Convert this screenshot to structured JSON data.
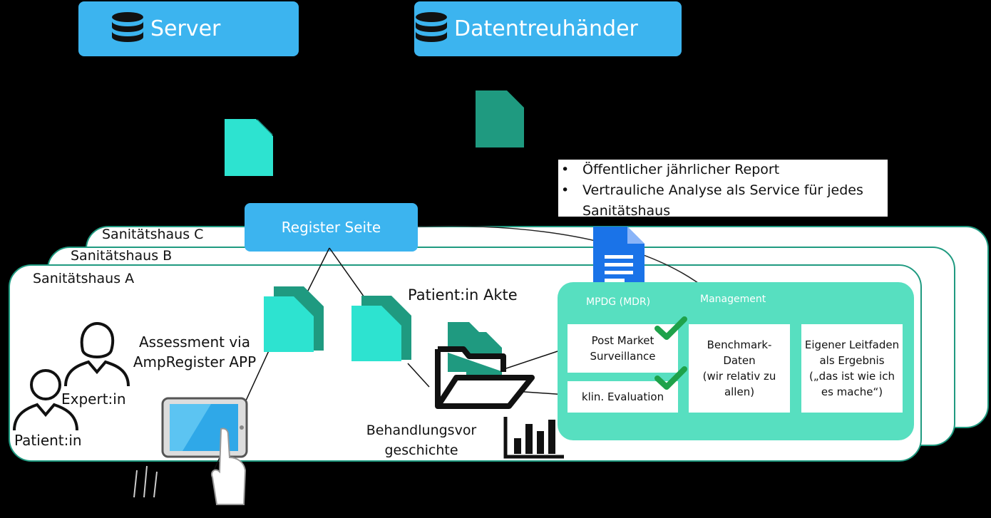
{
  "top_boxes": {
    "server": {
      "label": "Server",
      "icon": "database-icon"
    },
    "treuhaender": {
      "label": "Datentreuhänder",
      "icon": "database-icon"
    }
  },
  "report": {
    "items": [
      "Öffentlicher jährlicher Report",
      "Vertrauliche Analyse als Service für jedes Sanitätshaus"
    ]
  },
  "houses": {
    "c": "Sanitätshaus C",
    "b": "Sanitätshaus B",
    "a": "Sanitätshaus A"
  },
  "register_page": "Register Seite",
  "patient_record": "Patient:in Akte",
  "assessment": {
    "line1": "Assessment via",
    "line2": "AmpRegister APP"
  },
  "expert": "Expert:in",
  "patient": "Patient:in",
  "history": {
    "line1": "Behandlungsvor",
    "line2": "geschichte"
  },
  "management_panel": {
    "mpdg_label": "MPDG (MDR)",
    "management_label": "Management",
    "pms": {
      "line1": "Post Market",
      "line2": "Surveillance"
    },
    "clinical": "klin. Evaluation",
    "benchmark": {
      "line1": "Benchmark-",
      "line2": "Daten",
      "line3": "(wir relativ zu",
      "line4": "allen)"
    },
    "guide": {
      "line1": "Eigener Leitfaden",
      "line2": "als Ergebnis",
      "line3": "(„das ist wie ich",
      "line4": "es mache“)"
    }
  },
  "colors": {
    "blue": "#3cb4ef",
    "teal_light": "#2de3d0",
    "teal_dark": "#1f9a80",
    "mint": "#57dfc0",
    "check": "#1ea24a",
    "doc_blue": "#1a73e8"
  }
}
